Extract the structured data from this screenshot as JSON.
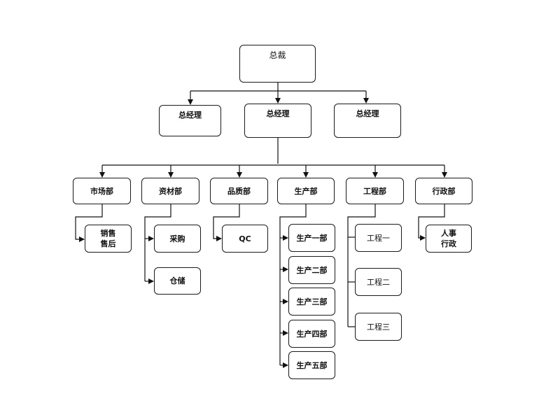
{
  "org": {
    "ceo": "总裁",
    "managers": [
      "总经理",
      "总经理",
      "总经理"
    ],
    "departments": [
      {
        "name": "市场部",
        "units": [
          "销售\n售后"
        ]
      },
      {
        "name": "资材部",
        "units": [
          "采购",
          "仓储"
        ]
      },
      {
        "name": "品质部",
        "units": [
          "QC"
        ]
      },
      {
        "name": "生产部",
        "units": [
          "生产一部",
          "生产二部",
          "生产三部",
          "生产四部",
          "生产五部"
        ]
      },
      {
        "name": "工程部",
        "units": [
          "工程一",
          "工程二",
          "工程三"
        ]
      },
      {
        "name": "行政部",
        "units": [
          "人事\n行政"
        ]
      }
    ]
  }
}
